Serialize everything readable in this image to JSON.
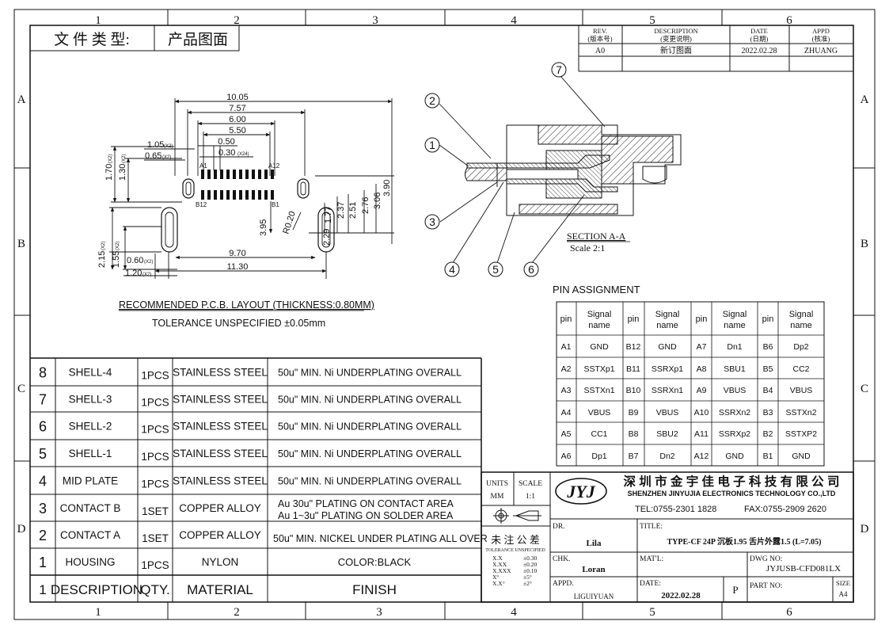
{
  "frame": {
    "columns": [
      "1",
      "2",
      "3",
      "4",
      "5",
      "6"
    ],
    "rows": [
      "A",
      "B",
      "C",
      "D"
    ]
  },
  "doc_type": {
    "label": "文 件 类 型:",
    "value": "产品图面"
  },
  "revision": {
    "headers": [
      {
        "en": "REV.",
        "cn": "(版本号)"
      },
      {
        "en": "DESCRIPTION",
        "cn": "(变更说明)"
      },
      {
        "en": "DATE",
        "cn": "(日期)"
      },
      {
        "en": "APPD",
        "cn": "(核准)"
      }
    ],
    "row": [
      "A0",
      "新订图面",
      "2022.02.28",
      "ZHUANG"
    ]
  },
  "pcb_layout": {
    "dims": {
      "d1005": "10.05",
      "d757": "7.57",
      "d600": "6.00",
      "d550": "5.50",
      "d050": "0.50",
      "d030": "0.30",
      "x24": "(X24)",
      "d105": "1.05",
      "d065": "0.65",
      "d170": "1.70",
      "d130": "1.30",
      "x2": "(X2)",
      "d390": "3.90",
      "d306": "3.06",
      "d276": "2.76",
      "d251": "2.51",
      "d237": "2.37",
      "d177": "1.77",
      "d395": "3.95",
      "d229": "2.29",
      "r020": "R0.20",
      "d970": "9.70",
      "d1130": "11.30",
      "d215": "2.15",
      "d155": "1.55",
      "d060": "0.60",
      "d120": "1.20"
    },
    "pin_labels": {
      "a1": "A1",
      "a12": "A12",
      "b12": "B12",
      "b1": "B1"
    },
    "caption": "RECOMMENDED  P.C.B. LAYOUT (THICKNESS:0.80MM)",
    "tolerance": "TOLERANCE UNSPECIFIED ±0.05mm"
  },
  "section": {
    "title": "SECTION A-A",
    "scale": "Scale 2:1",
    "balloons": [
      "1",
      "2",
      "3",
      "4",
      "5",
      "6",
      "7"
    ]
  },
  "pin_assignment": {
    "title": "PIN ASSIGNMENT",
    "headers": [
      "pin",
      "Signal name",
      "pin",
      "Signal name",
      "pin",
      "Signal name",
      "pin",
      "Signal name"
    ],
    "rows": [
      [
        "A1",
        "GND",
        "B12",
        "GND",
        "A7",
        "Dn1",
        "B6",
        "Dp2"
      ],
      [
        "A2",
        "SSTXp1",
        "B11",
        "SSRXp1",
        "A8",
        "SBU1",
        "B5",
        "CC2"
      ],
      [
        "A3",
        "SSTXn1",
        "B10",
        "SSRXn1",
        "A9",
        "VBUS",
        "B4",
        "VBUS"
      ],
      [
        "A4",
        "VBUS",
        "B9",
        "VBUS",
        "A10",
        "SSRXn2",
        "B3",
        "SSTXn2"
      ],
      [
        "A5",
        "CC1",
        "B8",
        "SBU2",
        "A11",
        "SSRXp2",
        "B2",
        "SSTXP2"
      ],
      [
        "A6",
        "Dp1",
        "B7",
        "Dn2",
        "A12",
        "GND",
        "B1",
        "GND"
      ]
    ]
  },
  "bom": {
    "rows": [
      {
        "no": "8",
        "desc": "SHELL-4",
        "qty": "1PCS",
        "material": "STAINLESS STEEL",
        "finish": [
          "50u\" MIN. Ni UNDERPLATING OVERALL"
        ]
      },
      {
        "no": "7",
        "desc": "SHELL-3",
        "qty": "1PCS",
        "material": "STAINLESS STEEL",
        "finish": [
          "50u\" MIN. Ni UNDERPLATING OVERALL"
        ]
      },
      {
        "no": "6",
        "desc": "SHELL-2",
        "qty": "1PCS",
        "material": "STAINLESS STEEL",
        "finish": [
          "50u\" MIN. Ni UNDERPLATING OVERALL"
        ]
      },
      {
        "no": "5",
        "desc": "SHELL-1",
        "qty": "1PCS",
        "material": "STAINLESS STEEL",
        "finish": [
          "50u\" MIN. Ni UNDERPLATING OVERALL"
        ]
      },
      {
        "no": "4",
        "desc": "MID PLATE",
        "qty": "1PCS",
        "material": "STAINLESS STEEL",
        "finish": [
          "50u\" MIN. Ni UNDERPLATING OVERALL"
        ]
      },
      {
        "no": "3",
        "desc": "CONTACT B",
        "qty": "1SET",
        "material": "COPPER ALLOY",
        "finish": [
          "Au 30u\" PLATING ON CONTACT AREA",
          "Au 1~3u\" PLATING ON SOLDER AREA"
        ]
      },
      {
        "no": "2",
        "desc": "CONTACT A",
        "qty": "1SET",
        "material": "COPPER ALLOY",
        "finish": [
          "50u\" MIN. NICKEL UNDER PLATING ALL OVER"
        ]
      },
      {
        "no": "1",
        "desc": "HOUSING",
        "qty": "1PCS",
        "material": "NYLON",
        "finish": [
          "COLOR:BLACK"
        ]
      }
    ],
    "header": {
      "no": "1",
      "desc": "DESCRIPTION",
      "qty": "QTY.",
      "material": "MATERIAL",
      "finish": "FINISH"
    }
  },
  "title_block": {
    "units_label": "UNITS",
    "units": "MM",
    "scale_label": "SCALE",
    "scale": "1:1",
    "tol_title": "未 注 公 差",
    "tol_sub": "TOLERANCE UNSPECIFIED",
    "tolerances": [
      [
        "X.X",
        "±0.30"
      ],
      [
        "X.XX",
        "±0.20"
      ],
      [
        "X.XXX",
        "±0.10"
      ],
      [
        "X°",
        "±5°"
      ],
      [
        "X.X°",
        "±2°"
      ]
    ],
    "logo": "JYJ",
    "company_cn": "深 圳 市 金 宇 佳 电 子 科 技 有 限 公 司",
    "company_en": "SHENZHEN  JINYUJIA  ELECTRONICS TECHNOLOGY  CO.,LTD",
    "tel": "TEL:0755-2301 1828",
    "fax": "FAX:0755-2909 2620",
    "dr_label": "DR.",
    "dr": "Lila",
    "title_label": "TITLE:",
    "title": "TYPE-CF 24P 沉板1.95 舌片外露1.5 (L=7.05)",
    "chk_label": "CHK.",
    "chk": "Loran",
    "mat_label": "MAT'L:",
    "dwg_label": "DWG NO:",
    "dwg": "JYJUSB-CFD081LX",
    "appd_label": "APPD.",
    "appd": "LIGUIYUAN",
    "date_label": "DATE:",
    "date": "2022.02.28",
    "p": "P",
    "part_label": "PART NO:",
    "size_label": "SIZE",
    "size": "A4"
  }
}
